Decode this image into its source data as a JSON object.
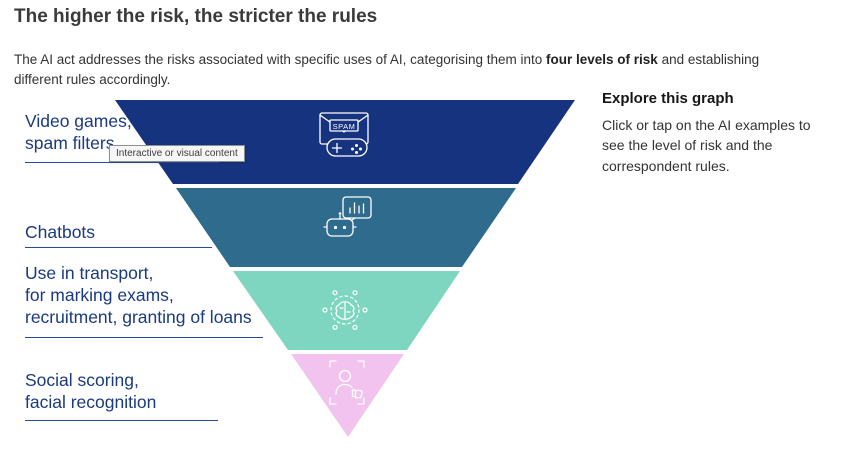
{
  "header": {
    "title": "The higher the risk, the stricter the rules",
    "intro_before": "The AI act addresses the risks associated with specific uses of AI, categorising them into ",
    "intro_bold": "four levels of risk",
    "intro_after": " and establishing different rules accordingly."
  },
  "explore": {
    "title": "Explore this graph",
    "body": "Click or tap on the AI examples to see the level of risk and the correspondent rules."
  },
  "tooltip": {
    "text": "Interactive or visual content"
  },
  "funnel": {
    "levels": [
      {
        "icon": "spam-filter-game-icon",
        "icon_text": "SPAM",
        "color": "#16337f",
        "label_lines": [
          "Video games,",
          "spam filters",
          ""
        ]
      },
      {
        "icon": "chatbot-icon",
        "color": "#2e6b8d",
        "label_lines": [
          "Chatbots",
          "",
          ""
        ]
      },
      {
        "icon": "ai-brain-network-icon",
        "color": "#7ed6c0",
        "label_lines": [
          "Use in transport,",
          "for marking exams,",
          "recruitment, granting of loans"
        ]
      },
      {
        "icon": "facial-recognition-icon",
        "color": "#f2c3ee",
        "label_lines": [
          "Social scoring,",
          "facial recognition",
          ""
        ]
      }
    ]
  },
  "theme": {
    "label_color": "#1a3a80",
    "title_color": "#3a3a3a",
    "body_color": "#333333"
  }
}
